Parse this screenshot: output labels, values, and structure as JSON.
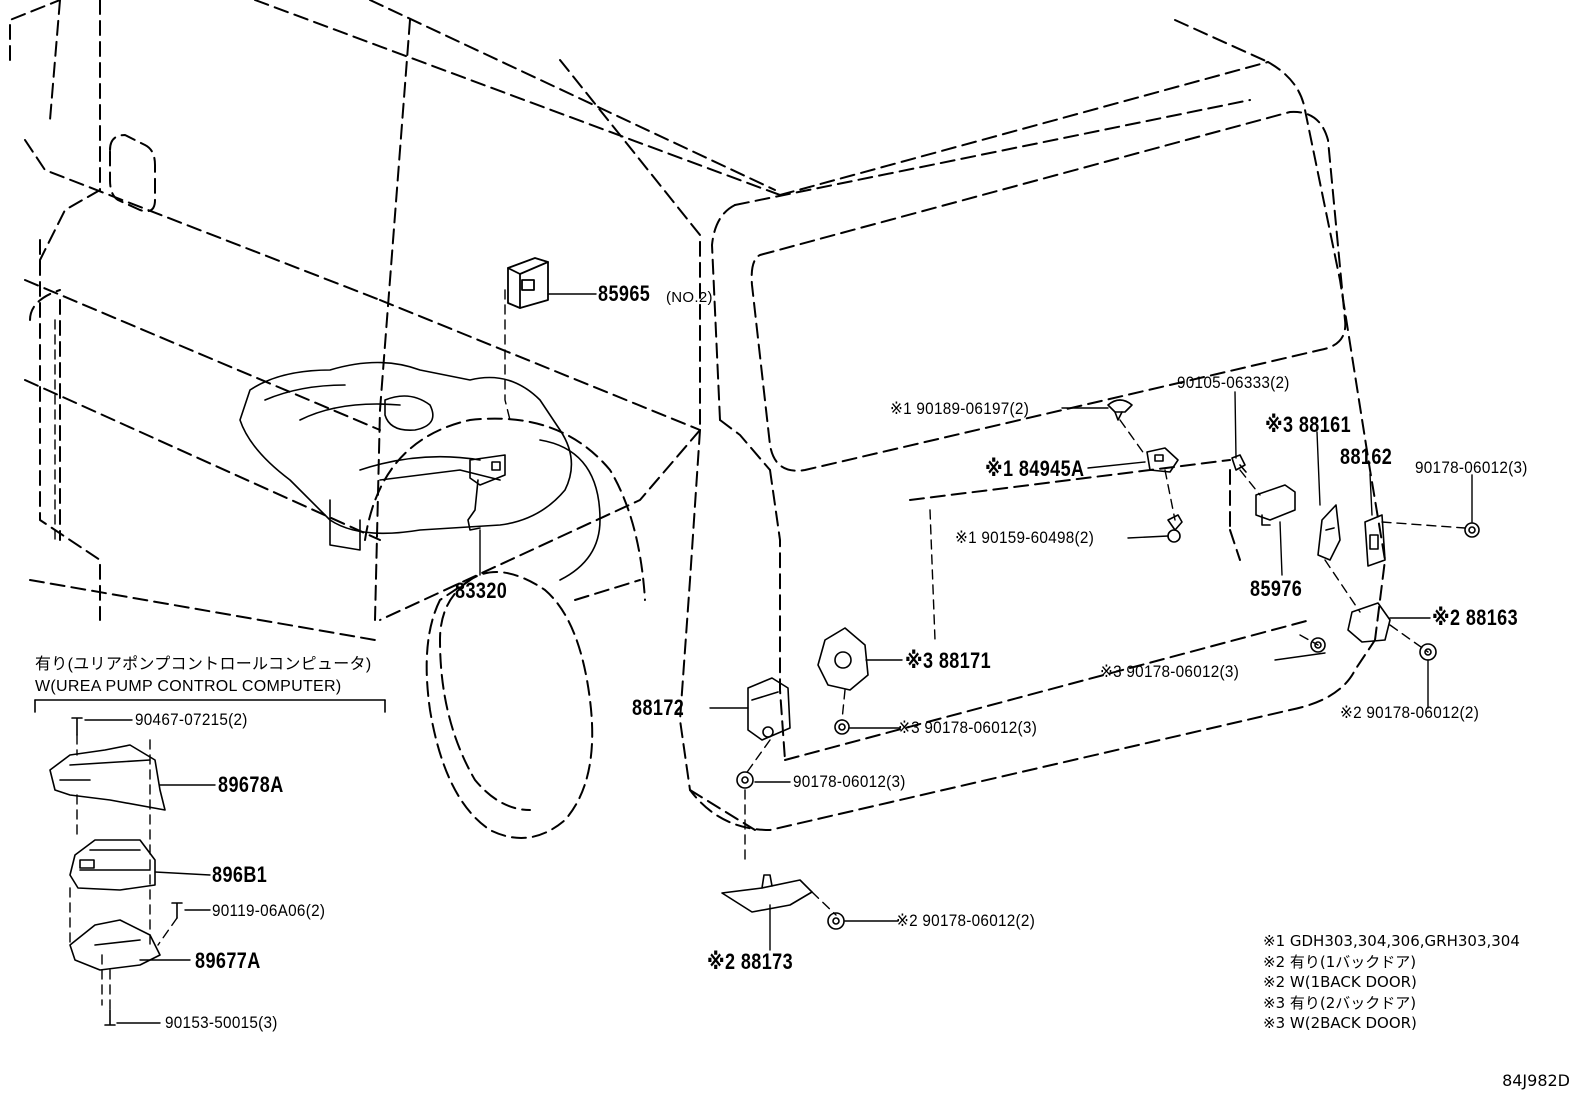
{
  "diagram_code": "84J982D",
  "group": {
    "heading_jp": "有り(ユリアポンプコントロールコンピュータ)",
    "heading_en": "W(UREA PUMP CONTROL COMPUTER)"
  },
  "parts": {
    "p85965": "85965",
    "p85965_note": "(NO.2)",
    "p83320": "83320",
    "p90189": "※1 90189-06197(2)",
    "p84945": "※1 84945A",
    "p90159": "※1 90159-60498(2)",
    "p90105": "90105-06333(2)",
    "p85976": "85976",
    "p88161": "※3 88161",
    "p88162": "88162",
    "p90178_a": "90178-06012(3)",
    "p88163": "※2 88163",
    "p88171": "※3 88171",
    "p90178_b": "※3 90178-06012(3)",
    "p90178_c": "※3 90178-06012(3)",
    "p90178_d": "※2 90178-06012(2)",
    "p88172": "88172",
    "p90178_e": "90178-06012(3)",
    "p90178_f": "※2 90178-06012(2)",
    "p88173": "※2 88173",
    "p90467": "90467-07215(2)",
    "p89678": "89678A",
    "p896b1": "896B1",
    "p90119": "90119-06A06(2)",
    "p89677": "89677A",
    "p90153": "90153-50015(3)"
  },
  "notes": [
    "※1 GDH303,304,306,GRH303,304",
    "※2 有り(1バックドア)",
    "※2 W(1BACK DOOR)",
    "※3 有り(2バックドア)",
    "※3 W(2BACK DOOR)"
  ]
}
